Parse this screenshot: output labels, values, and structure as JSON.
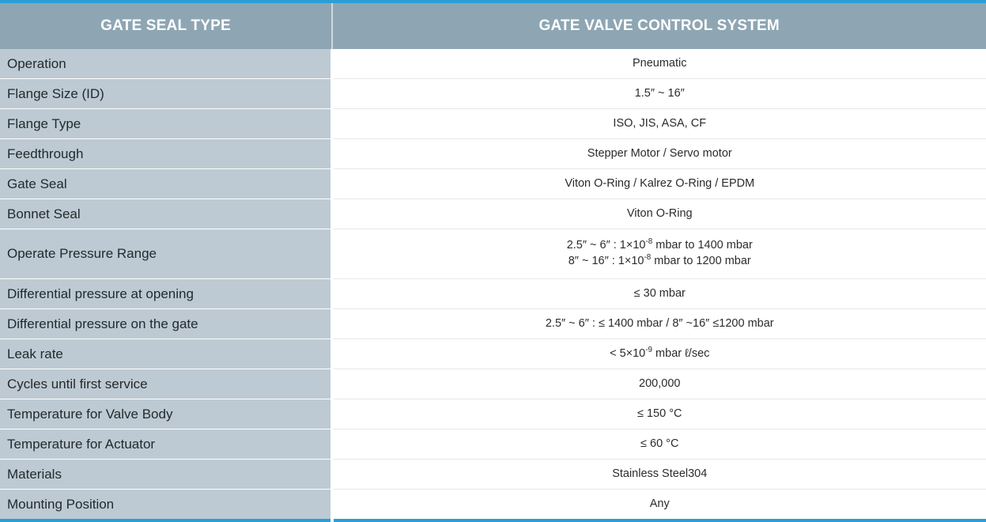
{
  "accent_color": "#2c9ed6",
  "header_bg": "#8ea6b3",
  "label_bg": "#bdcad3",
  "value_bg": "#ffffff",
  "table": {
    "headers": {
      "label_column": "GATE SEAL TYPE",
      "value_column": "GATE VALVE CONTROL SYSTEM"
    },
    "rows": [
      {
        "label": "Operation",
        "value": "Pneumatic"
      },
      {
        "label": "Flange Size (ID)",
        "value": "1.5″ ~ 16″"
      },
      {
        "label": "Flange Type",
        "value": "ISO, JIS, ASA, CF"
      },
      {
        "label": "Feedthrough",
        "value": "Stepper Motor / Servo motor"
      },
      {
        "label": "Gate Seal",
        "value": "Viton O-Ring / Kalrez O-Ring / EPDM"
      },
      {
        "label": "Bonnet Seal",
        "value": "Viton O-Ring"
      },
      {
        "label": "Operate Pressure Range",
        "value_line_1_pre": "2.5″ ~ 6″ : 1×10",
        "value_line_1_sup": "-8",
        "value_line_1_post": " mbar to 1400 mbar",
        "value_line_2_pre": "8″ ~ 16″ : 1×10",
        "value_line_2_sup": "-8",
        "value_line_2_post": " mbar to 1200 mbar"
      },
      {
        "label": "Differential pressure at opening",
        "value": "≤ 30 mbar"
      },
      {
        "label": "Differential pressure on the gate",
        "value": "2.5″ ~ 6″ : ≤ 1400 mbar / 8″ ~16″ ≤1200 mbar"
      },
      {
        "label": "Leak rate",
        "value_pre": "< 5×10",
        "value_sup": "-9",
        "value_post": " mbar ℓ/sec"
      },
      {
        "label": "Cycles until first service",
        "value": "200,000"
      },
      {
        "label": "Temperature for Valve Body",
        "value": "≤ 150 °C"
      },
      {
        "label": "Temperature for Actuator",
        "value": "≤ 60 °C"
      },
      {
        "label": "Materials",
        "value": "Stainless Steel304"
      },
      {
        "label": "Mounting Position",
        "value": "Any"
      }
    ]
  }
}
